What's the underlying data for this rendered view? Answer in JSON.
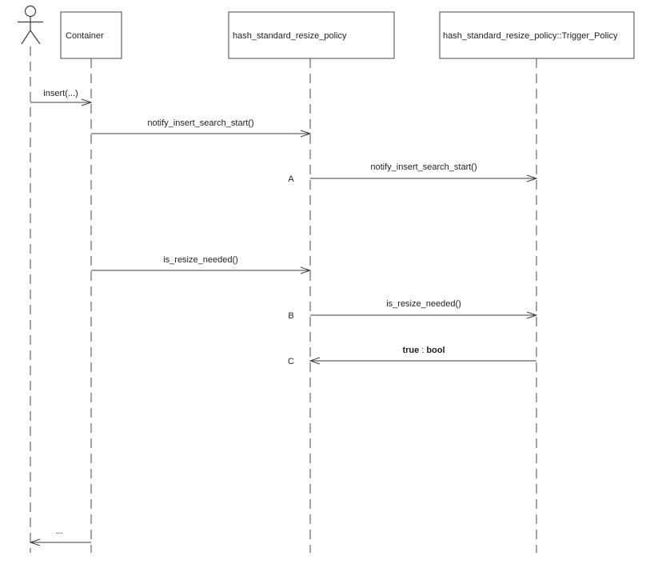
{
  "diagram": {
    "kind": "uml-sequence-diagram",
    "colors": {
      "background": "#ffffff",
      "line": "#3c3c3c",
      "text": "#222222"
    },
    "participants": {
      "actor": {
        "icon": "actor-stick-figure-icon",
        "label": ""
      },
      "container": {
        "label": "Container"
      },
      "policy": {
        "label": "hash_standard_resize_policy"
      },
      "trigger": {
        "label": "hash_standard_resize_policy::Trigger_Policy"
      }
    },
    "messages": {
      "insert": {
        "label": "insert(...)",
        "from": "actor",
        "to": "container"
      },
      "notify1": {
        "label": "notify_insert_search_start()",
        "from": "container",
        "to": "policy"
      },
      "notify2": {
        "marker": "A",
        "label": "notify_insert_search_start()",
        "from": "policy",
        "to": "trigger"
      },
      "resize1": {
        "label": "is_resize_needed()",
        "from": "container",
        "to": "policy"
      },
      "resize2": {
        "marker": "B",
        "label": "is_resize_needed()",
        "from": "policy",
        "to": "trigger"
      },
      "return_bool": {
        "marker": "C",
        "value": "true",
        "sep": ":",
        "type": "bool",
        "from": "trigger",
        "to": "policy"
      },
      "return_final": {
        "label": "...",
        "from": "container",
        "to": "actor"
      }
    }
  }
}
